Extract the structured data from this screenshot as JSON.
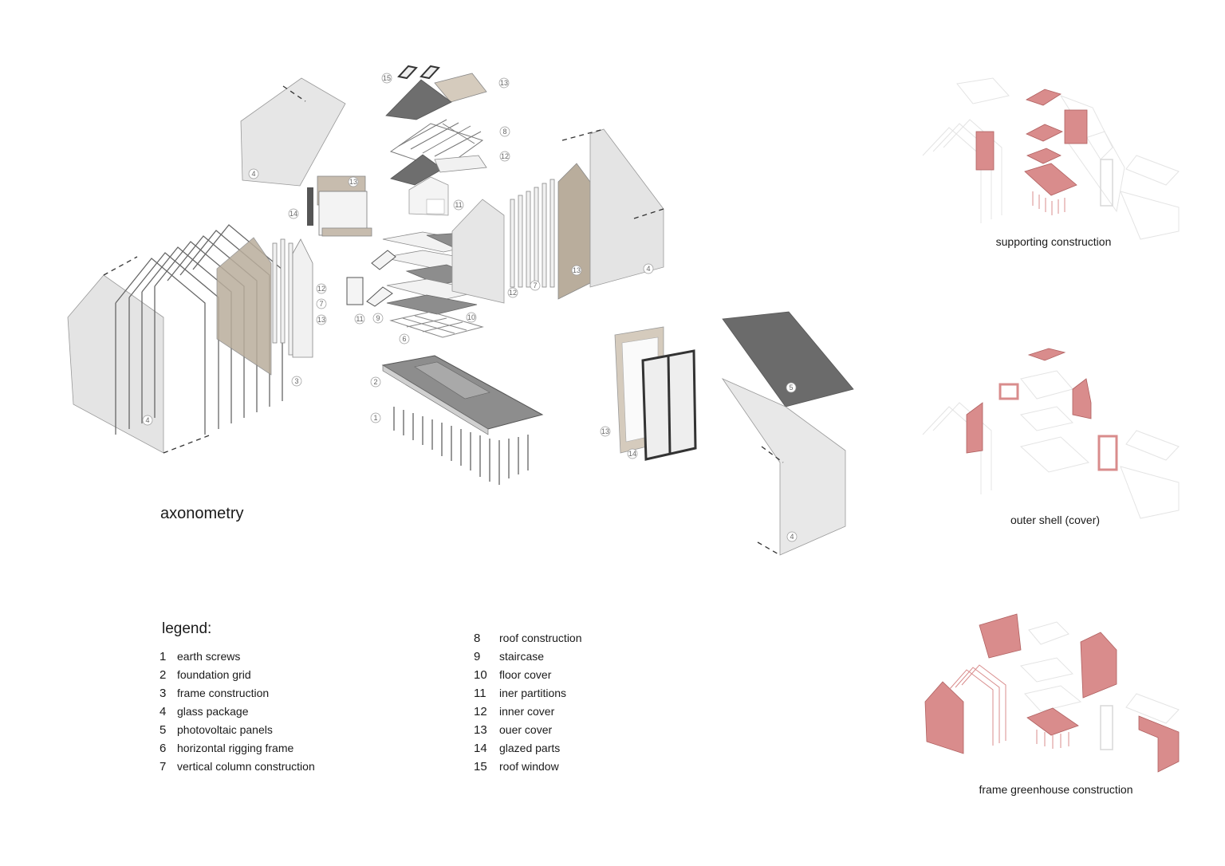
{
  "title": "axonometry",
  "legend": {
    "title": "legend:",
    "items": [
      {
        "num": "1",
        "label": "earth screws"
      },
      {
        "num": "2",
        "label": "foundation grid"
      },
      {
        "num": "3",
        "label": "frame construction"
      },
      {
        "num": "4",
        "label": "glass package"
      },
      {
        "num": "5",
        "label": "photovoltaic panels"
      },
      {
        "num": "6",
        "label": "horizontal rigging frame"
      },
      {
        "num": "7",
        "label": "vertical column construction"
      },
      {
        "num": "8",
        "label": "roof construction"
      },
      {
        "num": "9",
        "label": "staircase"
      },
      {
        "num": "10",
        "label": "floor cover"
      },
      {
        "num": "11",
        "label": "iner partitions"
      },
      {
        "num": "12",
        "label": "inner cover"
      },
      {
        "num": "13",
        "label": "ouer cover"
      },
      {
        "num": "14",
        "label": "glazed parts"
      },
      {
        "num": "15",
        "label": "roof window"
      }
    ]
  },
  "thumbnails": [
    {
      "caption": "supporting construction"
    },
    {
      "caption": "outer shell (cover)"
    },
    {
      "caption": "frame greenhouse construction"
    }
  ],
  "callouts": [
    "1",
    "2",
    "3",
    "4",
    "4",
    "4",
    "4",
    "5",
    "6",
    "7",
    "7",
    "8",
    "9",
    "10",
    "11",
    "11",
    "12",
    "12",
    "12",
    "13",
    "13",
    "13",
    "13",
    "13",
    "14",
    "14",
    "15"
  ],
  "colors": {
    "highlight": "#d98c8c",
    "panel_gray": "#e3e3e3",
    "dark_panel": "#6b6b6b",
    "wood": "#c9bfb0",
    "line": "#555555"
  }
}
